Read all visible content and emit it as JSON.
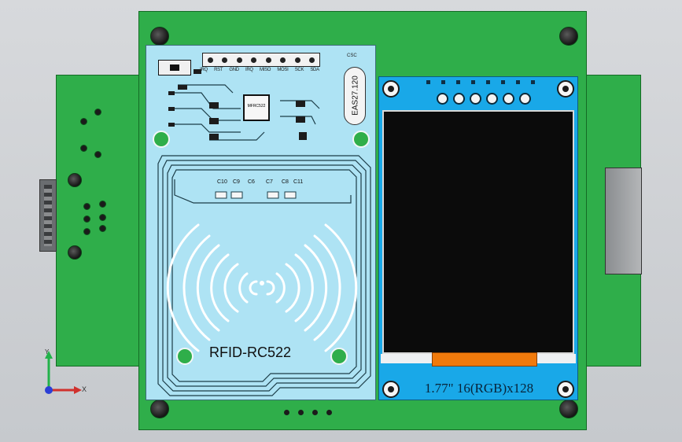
{
  "scene": {
    "rfid_module": {
      "label": "RFID-RC522",
      "crystal_label": "EAS27.120",
      "crystal_tag": "CSC",
      "chip_text": "MFRC522",
      "pin_labels": [
        "IRQ",
        "RST",
        "GND",
        "IRQ",
        "MISO",
        "MOSI",
        "SCK",
        "SDA"
      ],
      "cap_labels": [
        "C10",
        "C9",
        "C6",
        "C7",
        "C8",
        "C11"
      ]
    },
    "tft_module": {
      "label": "1.77\" 16(RGB)x128"
    },
    "axis": {
      "y_label": "Y",
      "x_label": "X"
    },
    "colors": {
      "pcb_green": "#2fae4a",
      "rfid_board": "#aee3f4",
      "tft_board": "#19a8e8",
      "flex_cable": "#f07a0c",
      "screen": "#0b0b0b"
    }
  }
}
